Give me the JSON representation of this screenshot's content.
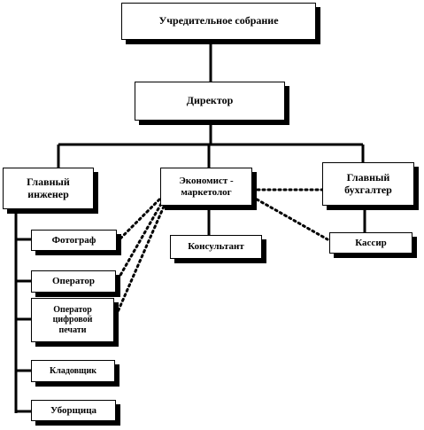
{
  "diagram": {
    "founders_meeting": "Учредительное собрание",
    "director": "Директор",
    "chief_engineer": "Главный инженер",
    "economist_marketer": "Экономист - маркетолог",
    "chief_accountant": "Главный бухгалтер",
    "photographer": "Фотограф",
    "operator": "Оператор",
    "digital_print_operator": "Оператор цифровой печати",
    "storekeeper": "Кладовщик",
    "cleaner": "Уборщица",
    "consultant": "Консультант",
    "cashier": "Кассир"
  }
}
